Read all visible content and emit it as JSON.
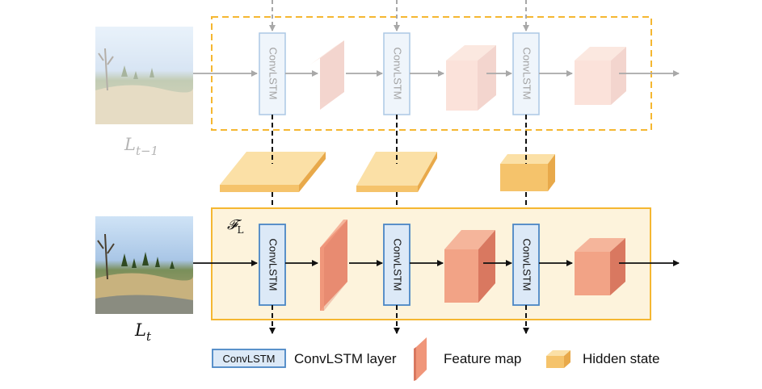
{
  "labels": {
    "prev_input": "L",
    "prev_input_sub": "t−1",
    "curr_input": "L",
    "curr_input_sub": "t",
    "module": "𝓕",
    "module_sub": "L"
  },
  "conv_lstm_label": "ConvLSTM",
  "legend": {
    "conv_label": "ConvLSTM",
    "conv_desc": "ConvLSTM layer",
    "feature_desc": "Feature map",
    "hidden_desc": "Hidden state"
  },
  "colors": {
    "box_border": "#f5b731",
    "box_fill": "#fdf3dc",
    "lstm_fill": "#dce9f7",
    "lstm_border": "#4a86c5",
    "feature_front": "#f2a386",
    "feature_side": "#d97860",
    "hidden_top": "#fbe0a6",
    "hidden_front": "#f5c36b"
  }
}
